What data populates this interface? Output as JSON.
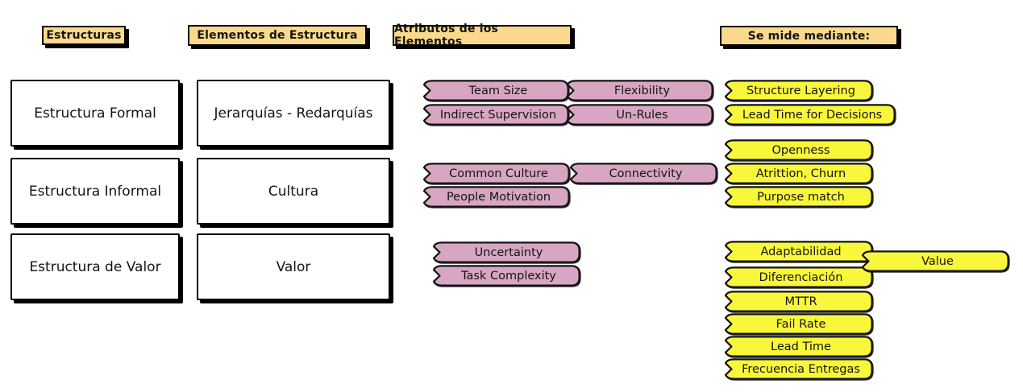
{
  "headers": [
    {
      "label": "Estructuras"
    },
    {
      "label": "Elementos de Estructura"
    },
    {
      "label": "Atributos de los Elementos"
    },
    {
      "label": "Se mide mediante:"
    }
  ],
  "rows": [
    {
      "structure": "Estructura Formal",
      "element": "Jerarquías - Redarquías",
      "attributes": [
        "Team Size",
        "Flexibility",
        "Indirect Supervision",
        "Un-Rules"
      ],
      "metrics": [
        "Structure Layering",
        "Lead Time for Decisions"
      ]
    },
    {
      "structure": "Estructura Informal",
      "element": "Cultura",
      "attributes": [
        "Common Culture",
        "Connectivity",
        "People Motivation"
      ],
      "metrics": [
        "Openness",
        "Atrittion, Churn",
        "Purpose match"
      ]
    },
    {
      "structure": "Estructura de Valor",
      "element": "Valor",
      "attributes": [
        "Uncertainty",
        "Task Complexity"
      ],
      "metrics": [
        "Adaptabilidad",
        "Value",
        "Diferenciación",
        "MTTR",
        "Fail Rate",
        "Lead Time",
        "Frecuencia Entregas"
      ]
    }
  ],
  "colors": {
    "header_fill": "#fad98c",
    "attribute_fill": "#d8a6c2",
    "metric_fill": "#f8f73b",
    "box_fill": "#ffffff",
    "outline": "#141414",
    "shadow": "#000000"
  }
}
